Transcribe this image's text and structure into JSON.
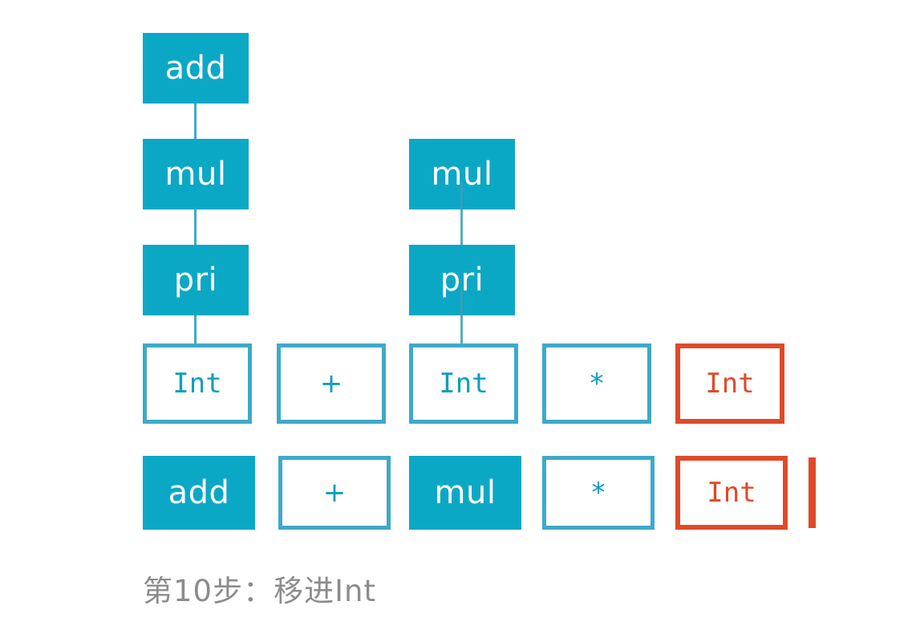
{
  "colors": {
    "fill_teal": "#0BA8C6",
    "outline_teal": "#3FA9C9",
    "text_teal": "#0E9DC0",
    "highlight_red": "#E04A28",
    "caption_gray": "#8C8C8C",
    "background": "#FFFFFF"
  },
  "caption": {
    "text": "第10步：移进Int"
  },
  "parse_tree": {
    "left_subtree": {
      "nodes": [
        {
          "label": "add"
        },
        {
          "label": "mul"
        },
        {
          "label": "pri"
        }
      ],
      "leaf": {
        "label": "Int"
      }
    },
    "right_subtree": {
      "nodes": [
        {
          "label": "mul"
        },
        {
          "label": "pri"
        }
      ],
      "leaf": {
        "label": "Int"
      }
    }
  },
  "token_row": {
    "cells": [
      {
        "label": "Int",
        "style": "outline",
        "kind": "terminal"
      },
      {
        "label": "+",
        "style": "outline",
        "kind": "operator"
      },
      {
        "label": "Int",
        "style": "outline",
        "kind": "terminal"
      },
      {
        "label": "*",
        "style": "outline",
        "kind": "operator"
      },
      {
        "label": "Int",
        "style": "outline-red",
        "kind": "terminal"
      }
    ]
  },
  "stack_row": {
    "cells": [
      {
        "label": "add",
        "style": "fill",
        "kind": "nonterminal"
      },
      {
        "label": "+",
        "style": "outline",
        "kind": "operator"
      },
      {
        "label": "mul",
        "style": "fill",
        "kind": "nonterminal"
      },
      {
        "label": "*",
        "style": "outline",
        "kind": "operator"
      },
      {
        "label": "Int",
        "style": "outline-red",
        "kind": "terminal"
      }
    ],
    "cursor": {
      "label": "|"
    }
  }
}
